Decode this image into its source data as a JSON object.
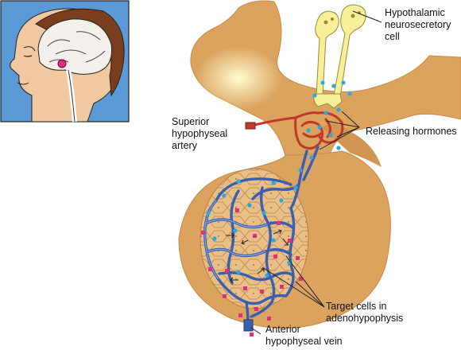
{
  "labels": {
    "hypothalamic": "Hypothalamic\nneurosecretory\ncell",
    "superior_artery": "Superior\nhypophyseal\nartery",
    "releasing": "Releasing hormones",
    "target_cells": "Target cells in\nadenohypophysis",
    "anterior_vein": "Anterior\nhypophyseal vein"
  },
  "colors": {
    "tissue": "#dba35e",
    "tissue_dark": "#c98a45",
    "vessel_blue": "#3a5fb0",
    "vessel_red": "#c0392b",
    "hormone_cyan": "#29a9e0",
    "hormone_magenta": "#e0307a",
    "inset_bg": "#5b9ad6",
    "neuron_yellow": "#f7ef9a"
  }
}
